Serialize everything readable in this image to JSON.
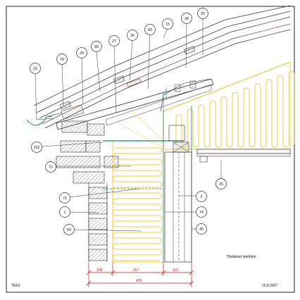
{
  "drawing": {
    "code": "T8JI1",
    "date": "15.8.2007",
    "note": "Tilslannet stenblok"
  },
  "callouts": [
    "23",
    "78",
    "24",
    "56",
    "27",
    "26",
    "83",
    "15",
    "28",
    "25",
    "152",
    "72",
    "71",
    "1",
    "60",
    "35",
    "2",
    "74",
    "40"
  ],
  "dimensions": {
    "segments": [
      "108",
      "157",
      "115"
    ],
    "total": "420"
  },
  "colors": {
    "insulation": "#e8b800",
    "foil": "#1f7a6a",
    "dimension": "#b22222",
    "line": "#222222",
    "hatch": "#555555"
  }
}
